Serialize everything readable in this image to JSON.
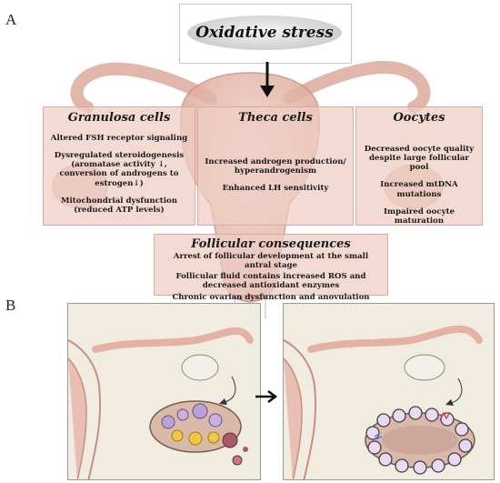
{
  "panel_a_label": "A",
  "panel_b_label": "B",
  "title": "Oxidative stress",
  "boxes": {
    "granulosa": {
      "title": "Granulosa cells",
      "items": [
        "Altered FSH receptor signaling",
        "Dysregulated steroidogenesis (aromatase activity ↓, conversion of androgens to estrogen↓)",
        "Mitochondrial dysfunction (reduced ATP levels)"
      ]
    },
    "theca": {
      "title": "Theca cells",
      "items": [
        "Increased androgen production/ hyperandrogenism",
        "Enhanced LH sensitivity"
      ]
    },
    "oocytes": {
      "title": "Oocytes",
      "items": [
        "Decreased oocyte quality despite large follicular pool",
        "Increased mtDNA mutations",
        "Impaired oocyte maturation"
      ]
    },
    "follicular": {
      "title": "Follicular consequences",
      "items": [
        "Arrest of follicular development at the small antral stage",
        "Follicular fluid contains increased ROS and decreased antioxidant enzymes",
        "Chronic ovarian dysfunction and anovulation"
      ]
    }
  },
  "colors": {
    "uterus_fill": "#e8bfb2",
    "uterus_stroke": "#c98e80",
    "box_fill": "#eecdc4",
    "panel_bg": "#f1ece0",
    "ovary_fill": "#d9b9a8"
  }
}
